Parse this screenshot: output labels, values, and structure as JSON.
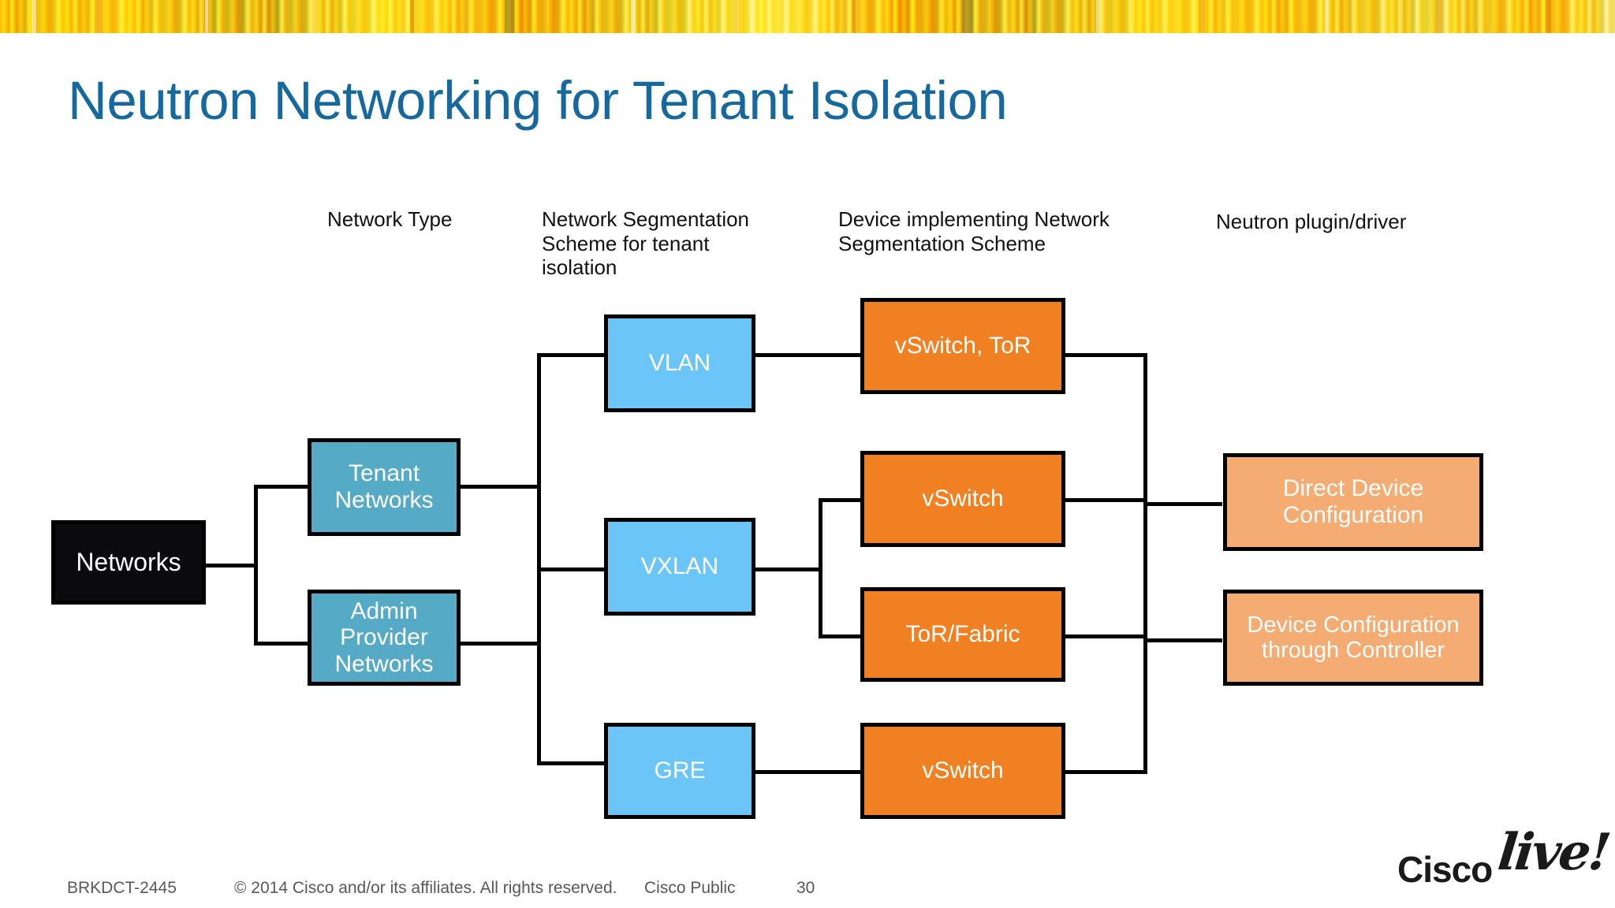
{
  "slide": {
    "title": "Neutron Networking for Tenant Isolation",
    "title_color": "#15699E",
    "background": "#ffffff"
  },
  "columns": [
    {
      "label": "Network Type"
    },
    {
      "label": "Network Segmentation Scheme for tenant isolation"
    },
    {
      "label": "Device implementing Network Segmentation Scheme"
    },
    {
      "label": "Neutron plugin/driver"
    }
  ],
  "column_labels": {
    "c1": "Network Type",
    "c2_l1": "Network Segmentation",
    "c2_l2": "Scheme for tenant",
    "c2_l3": "isolation",
    "c3_l1": "Device implementing Network",
    "c3_l2": "Segmentation Scheme",
    "c4": "Neutron plugin/driver"
  },
  "diagram": {
    "type": "tree",
    "colors": {
      "root": "#0B0B0E",
      "network_type": "#55AAC6",
      "segmentation": "#6CC5F7",
      "device": "#F08021",
      "plugin": "#F4AC72",
      "stroke": "#000000",
      "node_text": "#ffffff"
    },
    "nodes": {
      "root": {
        "label": "Networks"
      },
      "tenant_networks": {
        "label": "Tenant Networks"
      },
      "admin_provider_networks": {
        "label": "Admin Provider Networks"
      },
      "vlan": {
        "label": "VLAN"
      },
      "vxlan": {
        "label": "VXLAN"
      },
      "gre": {
        "label": "GRE"
      },
      "vswitch_tor": {
        "label": "vSwitch, ToR"
      },
      "vswitch_mid": {
        "label": "vSwitch"
      },
      "tor_fabric": {
        "label": "ToR/Fabric"
      },
      "vswitch_bottom": {
        "label": "vSwitch"
      },
      "direct_device_configuration": {
        "label": "Direct Device Configuration"
      },
      "device_configuration_through_controller": {
        "label": "Device Configuration through Controller"
      }
    },
    "edges": [
      {
        "from": "root",
        "to": "tenant_networks"
      },
      {
        "from": "root",
        "to": "admin_provider_networks"
      },
      {
        "from": "tenant_networks",
        "to": "vlan"
      },
      {
        "from": "tenant_networks",
        "to": "vxlan"
      },
      {
        "from": "tenant_networks",
        "to": "gre"
      },
      {
        "from": "admin_provider_networks",
        "to": "vlan"
      },
      {
        "from": "admin_provider_networks",
        "to": "vxlan"
      },
      {
        "from": "admin_provider_networks",
        "to": "gre"
      },
      {
        "from": "vlan",
        "to": "vswitch_tor"
      },
      {
        "from": "vxlan",
        "to": "vswitch_mid"
      },
      {
        "from": "vxlan",
        "to": "tor_fabric"
      },
      {
        "from": "gre",
        "to": "vswitch_bottom"
      },
      {
        "from": "vswitch_tor",
        "to": "direct_device_configuration"
      },
      {
        "from": "vswitch_mid",
        "to": "direct_device_configuration"
      },
      {
        "from": "tor_fabric",
        "to": "device_configuration_through_controller"
      },
      {
        "from": "vswitch_bottom",
        "to": "device_configuration_through_controller"
      }
    ]
  },
  "footer": {
    "session_id": "BRKDCT-2445",
    "copyright": "© 2014 Cisco and/or its affiliates. All rights reserved.",
    "classification": "Cisco Public",
    "page_number": "30"
  },
  "logo": {
    "cisco": "Cisco",
    "live": "live!"
  }
}
